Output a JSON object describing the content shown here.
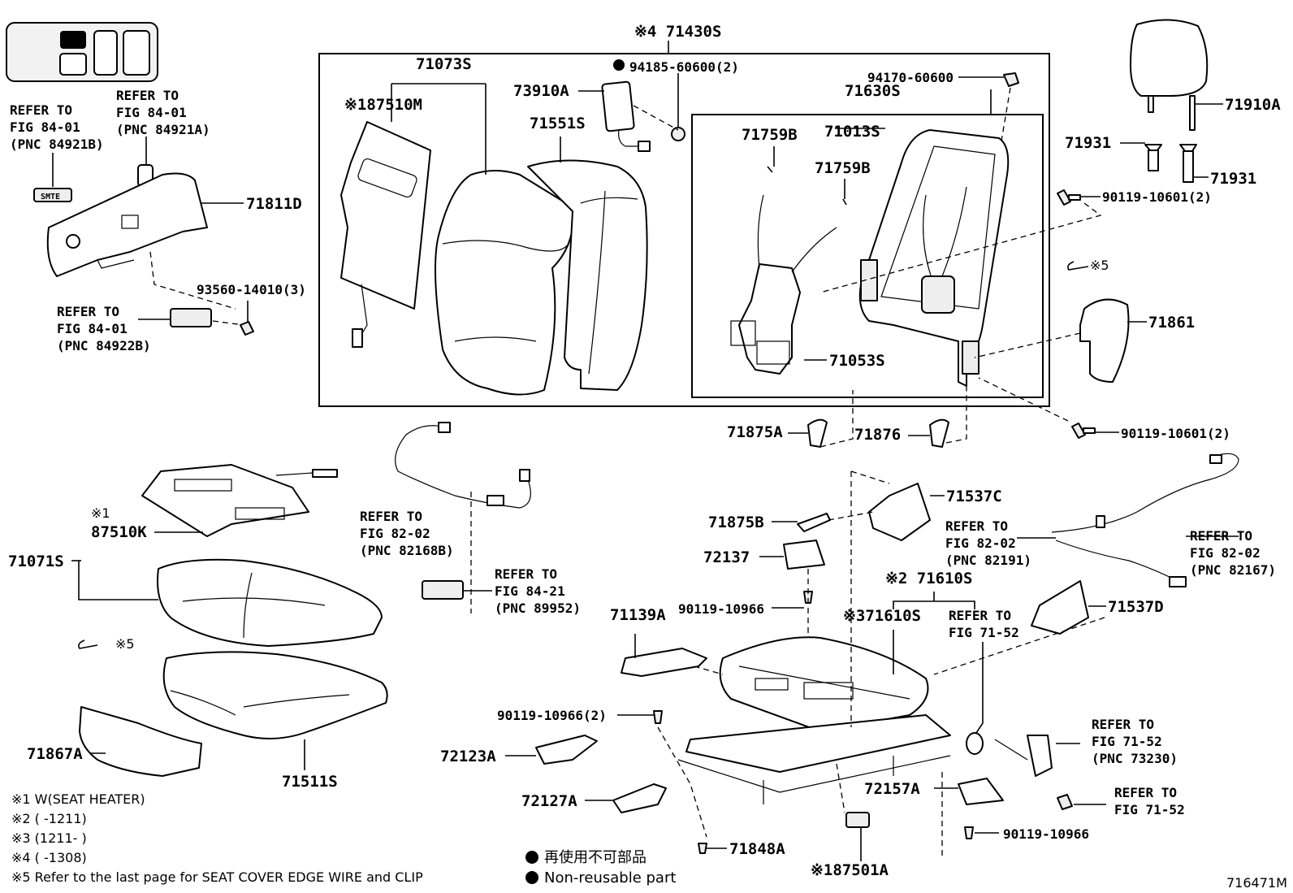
{
  "diagram_id": "716471M",
  "labels": {
    "p71430S": "※4 71430S",
    "p71073S": "71073S",
    "p87510M": "※187510M",
    "p73910A": "73910A",
    "p94185": "94185-60600(2)",
    "p71551S": "71551S",
    "p94170": "94170-60600",
    "p71630S": "71630S",
    "p71759B_1": "71759B",
    "p71013S": "71013S",
    "p71759B_2": "71759B",
    "p71053S": "71053S",
    "p71910A": "71910A",
    "p71931_1": "71931",
    "p71931_2": "71931",
    "p90119_10601_a": "90119-10601(2)",
    "p5_right": "※5",
    "p71861": "71861",
    "p90119_10601_b": "90119-10601(2)",
    "p71875A": "71875A",
    "p71876": "71876",
    "p71811D": "71811D",
    "p93560": "93560-14010(3)",
    "p71537C": "71537C",
    "p71875B": "71875B",
    "p72137": "72137",
    "p90119_10966_a": "90119-10966",
    "p71610S_2": "※2 71610S",
    "p71610S_3": "※371610S",
    "p71139A": "71139A",
    "p71537D": "71537D",
    "p90119_10966_2": "90119-10966(2)",
    "p72123A": "72123A",
    "p72127A": "72127A",
    "p72157A": "72157A",
    "p90119_10966_b": "90119-10966",
    "p71848A": "71848A",
    "p87501A": "※187501A",
    "p87510K_a": "※1",
    "p87510K_b": "87510K",
    "p71071S": "71071S",
    "p5_left": "※5",
    "p71867A": "71867A",
    "p71511S": "71511S"
  },
  "refs": {
    "r84921B": [
      "REFER TO",
      "FIG 84-01",
      "(PNC 84921B)"
    ],
    "r84921A": [
      "REFER TO",
      "FIG 84-01",
      "(PNC 84921A)"
    ],
    "r84922B": [
      "REFER TO",
      "FIG 84-01",
      "(PNC 84922B)"
    ],
    "r82168B": [
      "REFER TO",
      "FIG 82-02",
      "(PNC 82168B)"
    ],
    "r89952": [
      "REFER TO",
      "FIG 84-21",
      "(PNC 89952)"
    ],
    "r82191": [
      "REFER TO",
      "FIG 82-02",
      "(PNC 82191)"
    ],
    "r82167": [
      "REFER TO",
      "FIG 82-02",
      "(PNC 82167)"
    ],
    "r7152a": [
      "REFER TO",
      "FIG 71-52"
    ],
    "r73230": [
      "REFER TO",
      "FIG 71-52",
      "(PNC 73230)"
    ],
    "r7152b": [
      "REFER TO",
      "FIG 71-52"
    ]
  },
  "notes": [
    "※1 W(SEAT HEATER)",
    "※2 (      -1211)",
    "※3 (1211-      )",
    "※4 (      -1308)",
    "※5 Refer to the last page for SEAT COVER EDGE WIRE and CLIP"
  ],
  "legend": {
    "jp": "再使用不可部品",
    "en": "Non-reusable part"
  },
  "switch_badge": "SMTE"
}
